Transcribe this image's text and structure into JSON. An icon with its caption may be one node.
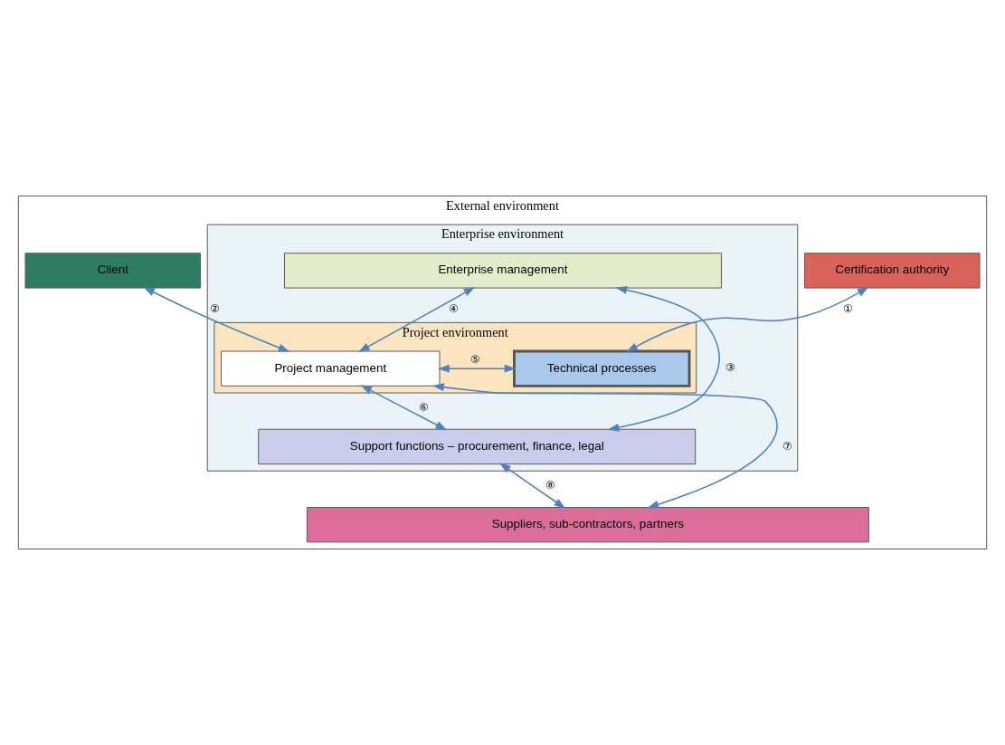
{
  "diagram": {
    "nodes": [
      {
        "text": [
          "External environment"
        ]
      },
      {
        "text": [
          "Certification authority"
        ],
        "in": 0
      },
      {
        "text": [
          "Client"
        ],
        "in": 0
      },
      {
        "text": [
          "Enterprise environment"
        ],
        "in": 0
      },
      {
        "text": [
          "Enterprise management"
        ],
        "in": 3
      },
      {
        "text": [
          "Project environment"
        ],
        "in": 3
      },
      {
        "text": [
          "Technical processes"
        ],
        "in": 5
      },
      {
        "text": [
          "Project management"
        ],
        "in": 5
      },
      {
        "text": [
          "Support functions – procurement, finance, legal"
        ],
        "in": 3
      },
      {
        "text": [
          "Suppliers, sub-contractors, partners"
        ],
        "in": 0
      }
    ],
    "edges": [
      {
        "from": 1,
        "to": 6,
        "arrow": "both",
        "label": "①"
      },
      {
        "from": 2,
        "to": 7,
        "arrow": "both",
        "label": "②"
      },
      {
        "from": 4,
        "to": 8,
        "arrow": "both",
        "label": "③"
      },
      {
        "from": 4,
        "to": 7,
        "arrow": "both",
        "label": "④"
      },
      {
        "from": 6,
        "to": 7,
        "arrow": "both",
        "label": "⑤"
      },
      {
        "from": 7,
        "to": 8,
        "arrow": "both",
        "label": "⑥"
      },
      {
        "from": 7,
        "to": 9,
        "arrow": "both",
        "label": "⑦"
      },
      {
        "from": 8,
        "to": 9,
        "arrow": "both",
        "label": "⑧"
      }
    ]
  }
}
